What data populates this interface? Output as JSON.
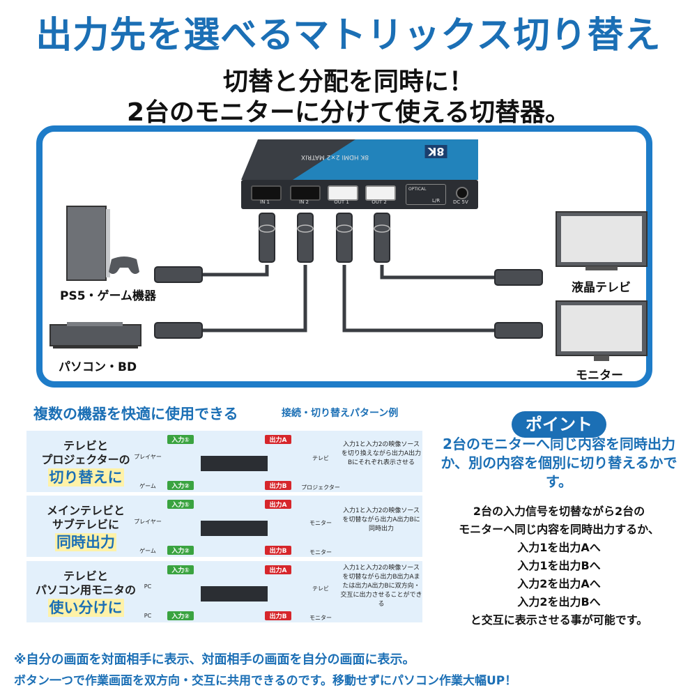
{
  "header": {
    "title": "出力先を選べるマトリックス切り替え",
    "subtitle1": "切替と分配を同時に！",
    "subtitle2": "2台のモニターに分けて使える切替器。"
  },
  "device": {
    "top_label": "8K HDMI 2×2 MATRIX",
    "badge": "8K",
    "ports": {
      "in1": "IN 1",
      "in2": "IN 2",
      "out1": "OUT 1",
      "out2": "OUT 2",
      "optical": "OPTICAL",
      "lr": "L/R",
      "dc": "DC 5V"
    }
  },
  "devices": {
    "ps5": "PS5・ゲーム機器",
    "pc_bd": "パソコン・BD",
    "tv": "液晶テレビ",
    "monitor": "モニター"
  },
  "patterns": {
    "title": "複数の機器を快適に使用できる",
    "subtitle": "接続・切り替えパターン例",
    "in1": "入力①",
    "in2": "入力②",
    "outA": "出力A",
    "outB": "出力B",
    "items": [
      {
        "head1": "テレビと",
        "head2": "プロジェクターの",
        "highlight": "切り替えに",
        "src1": "プレイヤー",
        "src2": "ゲーム",
        "dst1": "テレビ",
        "dst2": "プロジェクター",
        "desc": "入力1と入力2の映像ソースを切り換えながら出力A出力Bにそれぞれ表示させる"
      },
      {
        "head1": "メインテレビと",
        "head2": "サブテレビに",
        "highlight": "同時出力",
        "src1": "プレイヤー",
        "src2": "ゲーム",
        "dst1": "モニター",
        "dst2": "モニター",
        "desc": "入力1と入力2の映像ソースを切替ながら出力A出力Bに同時出力"
      },
      {
        "head1": "テレビと",
        "head2": "パソコン用モニタの",
        "highlight": "使い分けに",
        "src1": "PC",
        "src2": "PC",
        "dst1": "テレビ",
        "dst2": "モニター",
        "desc": "入力1と入力2の映像ソースを切替ながら出力B出力Aまたは出力A出力Bに双方向・交互に出力させることができる"
      }
    ]
  },
  "point": {
    "badge": "ポイント",
    "headline": "2台のモニターへ同じ内容を同時出力か、別の内容を個別に切り替えるかです。",
    "lines": [
      "2台の入力信号を切替ながら2台の",
      "モニターへ同じ内容を同時出力するか、",
      "入力1を出力Aへ",
      "入力1を出力Bへ",
      "入力2を出力Aへ",
      "入力2を出力Bへ",
      "と交互に表示させる事が可能です。"
    ]
  },
  "notes": {
    "line1": "※自分の画面を対面相手に表示、対面相手の画面を自分の画面に表示。",
    "line2": "ボタン一つで作業画面を双方向・交互に共用できるのです。移動せずにパソコン作業大幅UP！"
  },
  "colors": {
    "brand_blue": "#1b6fb5",
    "frame_blue": "#1e7cc8",
    "input_green": "#3aa340",
    "output_red": "#d6262b",
    "highlight_yellow": "#fff2a8"
  }
}
